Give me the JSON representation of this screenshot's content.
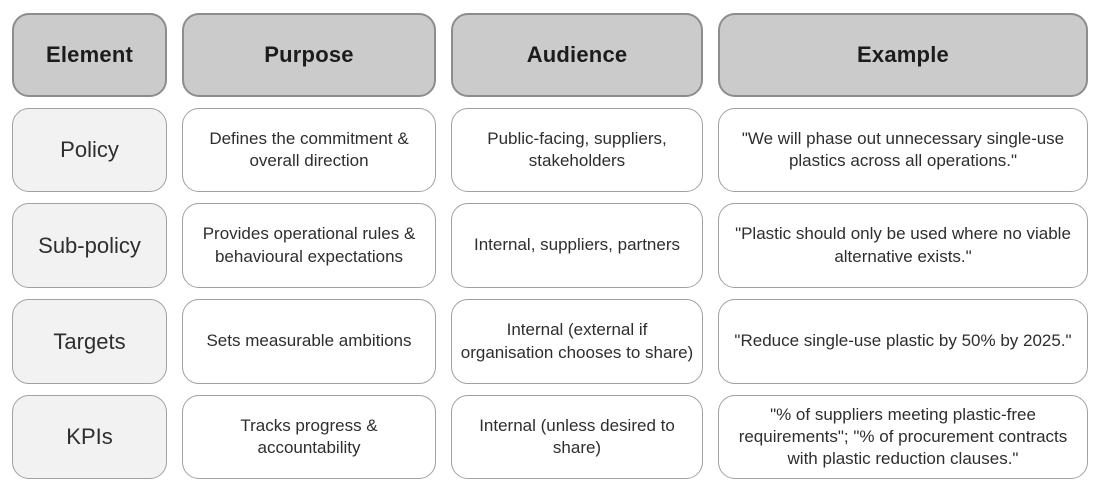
{
  "colors": {
    "header_fill": "#cbcbcb",
    "header_border": "#8d8d8d",
    "label_fill": "#f2f2f2",
    "cell_fill": "#ffffff",
    "cell_border": "#a1a1a1",
    "text": "#2e2e2e",
    "header_text": "#1c1c1c"
  },
  "table": {
    "headers": [
      "Element",
      "Purpose",
      "Audience",
      "Example"
    ],
    "rows": [
      {
        "element": "Policy",
        "purpose": "Defines the commitment & overall direction",
        "audience": "Public-facing, suppliers, stakeholders",
        "example": "\"We will phase out unnecessary single-use plastics across all operations.\""
      },
      {
        "element": "Sub-policy",
        "purpose": "Provides operational rules & behavioural expectations",
        "audience": "Internal, suppliers, partners",
        "example": "\"Plastic should only be used where no viable alternative exists.\""
      },
      {
        "element": "Targets",
        "purpose": "Sets measurable ambitions",
        "audience": "Internal (external if organisation chooses to share)",
        "example": "\"Reduce single-use plastic by 50% by 2025.\""
      },
      {
        "element": "KPIs",
        "purpose": "Tracks progress & accountability",
        "audience": "Internal (unless desired to share)",
        "example": "\"% of suppliers meeting plastic-free requirements\"; \"% of procurement contracts with plastic reduction clauses.\""
      }
    ]
  }
}
